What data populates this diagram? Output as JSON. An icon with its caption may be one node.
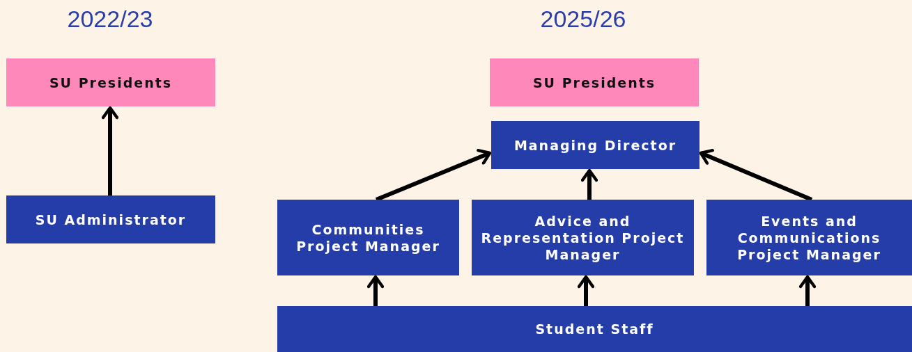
{
  "diagram": {
    "nodes": [
      {
        "text": [
          "SU Presidents"
        ]
      },
      {
        "text": [
          "SU Administrator"
        ]
      },
      {
        "text": [
          "SU Presidents"
        ]
      },
      {
        "text": [
          "Managing Director"
        ]
      },
      {
        "text": [
          "Communities Project Manager"
        ]
      },
      {
        "text": [
          "Advice and Representation Project Manager"
        ]
      },
      {
        "text": [
          "Events and Communications Project Manager"
        ]
      },
      {
        "text": [
          "Student Staff"
        ]
      }
    ],
    "edges": [
      {
        "from": 1,
        "to": 0,
        "arrow": "to"
      },
      {
        "from": 4,
        "to": 3,
        "arrow": "to"
      },
      {
        "from": 5,
        "to": 3,
        "arrow": "to"
      },
      {
        "from": 6,
        "to": 3,
        "arrow": "to"
      },
      {
        "from": 7,
        "to": 4,
        "arrow": "to"
      },
      {
        "from": 7,
        "to": 5,
        "arrow": "to"
      },
      {
        "from": 7,
        "to": 6,
        "arrow": "to"
      }
    ],
    "labels": [
      "2022/23",
      "2025/26"
    ]
  }
}
